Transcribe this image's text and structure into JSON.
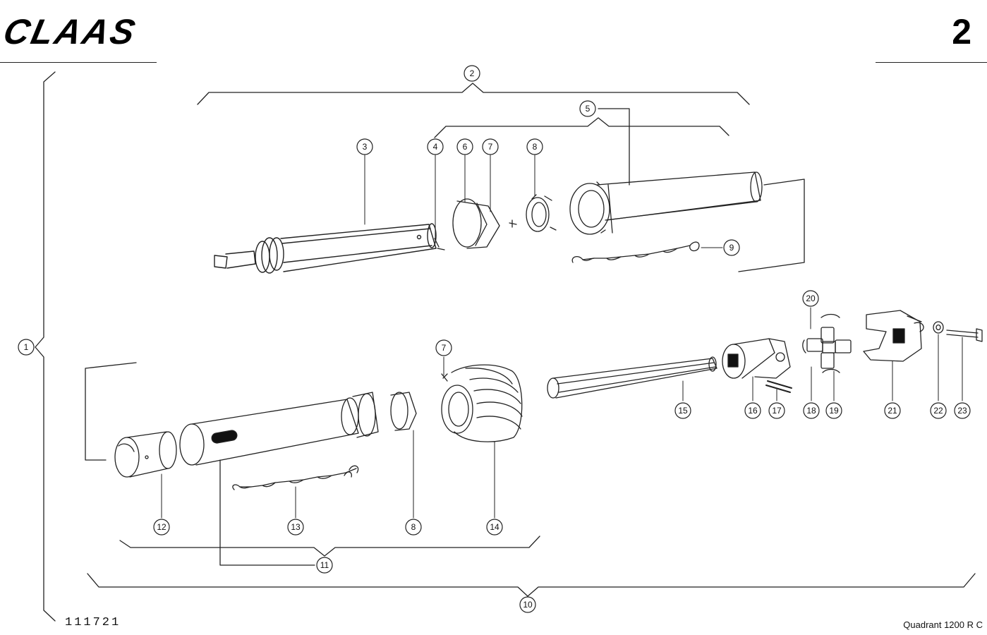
{
  "header": {
    "brand": "CLAAS",
    "page_number": "2"
  },
  "footer": {
    "drawing_number": "111721",
    "model": "Quadrant  1200 R C"
  },
  "callouts": [
    "1",
    "2",
    "3",
    "4",
    "5",
    "6",
    "7",
    "8",
    "9",
    "10",
    "11",
    "12",
    "13",
    "14",
    "7",
    "8",
    "15",
    "16",
    "17",
    "18",
    "19",
    "20",
    "21",
    "22",
    "23"
  ]
}
